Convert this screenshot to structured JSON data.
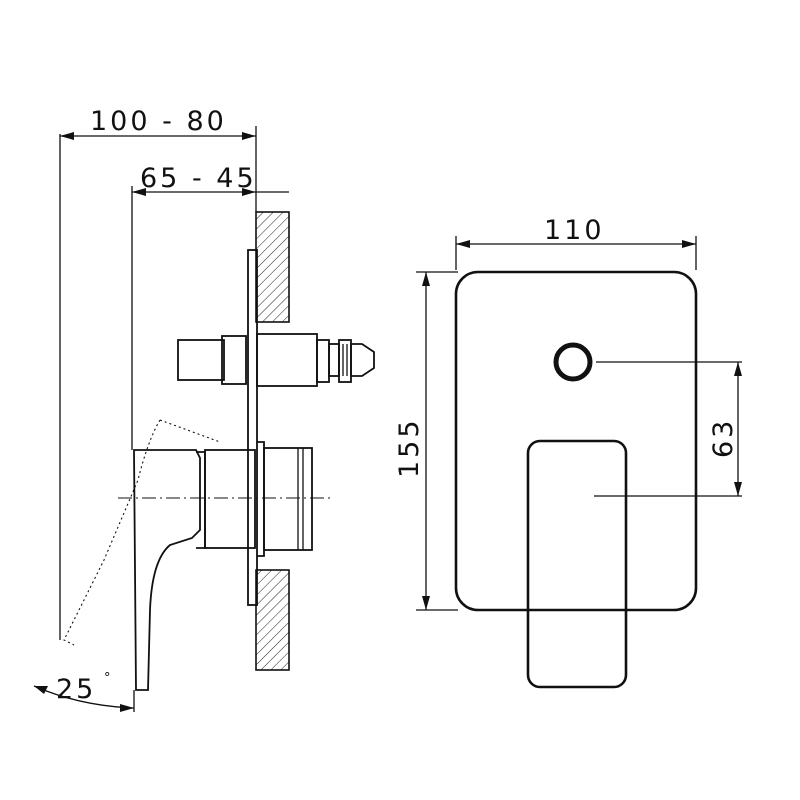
{
  "dimensions": {
    "install_depth": "100 - 80",
    "body_depth": "65 - 45",
    "plate_width": "110",
    "plate_height": "155",
    "handle_offset": "63",
    "handle_angle": "25",
    "degree_symbol": "°"
  }
}
